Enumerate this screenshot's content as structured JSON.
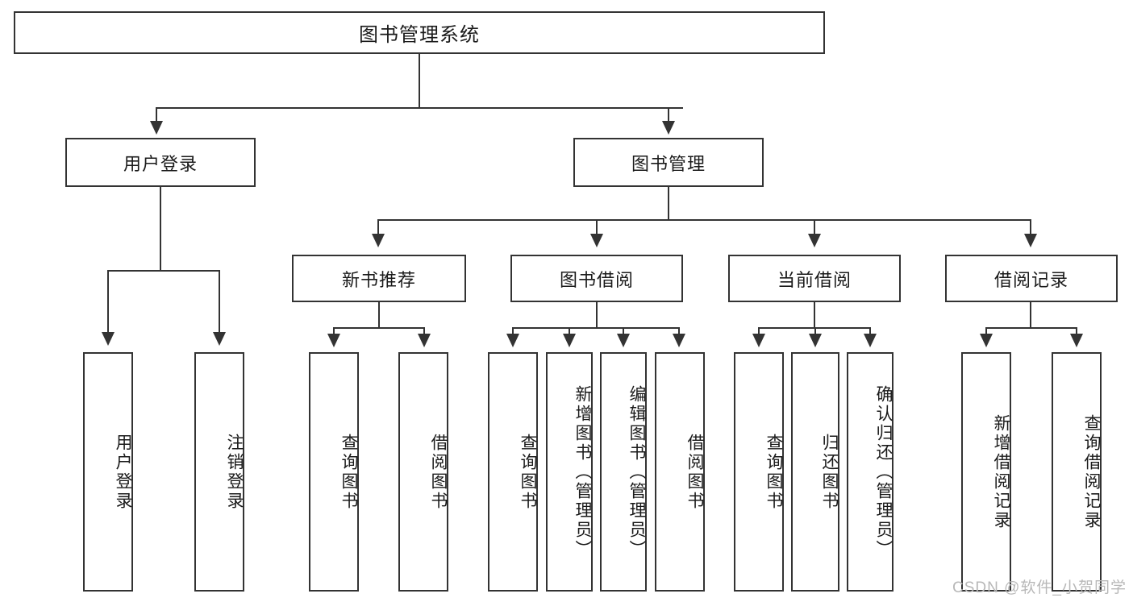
{
  "diagram": {
    "title": "图书管理系统",
    "root": {
      "label": "图书管理系统"
    },
    "level2": [
      {
        "label": "用户登录"
      },
      {
        "label": "图书管理"
      }
    ],
    "level3": [
      {
        "label": "新书推荐"
      },
      {
        "label": "图书借阅"
      },
      {
        "label": "当前借阅"
      },
      {
        "label": "借阅记录"
      }
    ],
    "leaves": {
      "user_login": [
        {
          "label": "用户登录"
        },
        {
          "label": "注销登录"
        }
      ],
      "new_book_recommend": [
        {
          "label": "查询图书"
        },
        {
          "label": "借阅图书"
        }
      ],
      "book_borrow": [
        {
          "label": "查询图书"
        },
        {
          "label": "新增图书（管理员）"
        },
        {
          "label": "编辑图书（管理员）"
        },
        {
          "label": "借阅图书"
        }
      ],
      "current_borrow": [
        {
          "label": "查询图书"
        },
        {
          "label": "归还图书"
        },
        {
          "label": "确认归还（管理员）"
        }
      ],
      "borrow_record": [
        {
          "label": "新增借阅记录"
        },
        {
          "label": "查询借阅记录"
        }
      ]
    }
  },
  "watermark": {
    "text": "CSDN @软件_小贺同学"
  },
  "colors": {
    "stroke": "#333333",
    "text": "#1a1a1a",
    "background": "#ffffff",
    "watermark": "#b8b8b8"
  }
}
